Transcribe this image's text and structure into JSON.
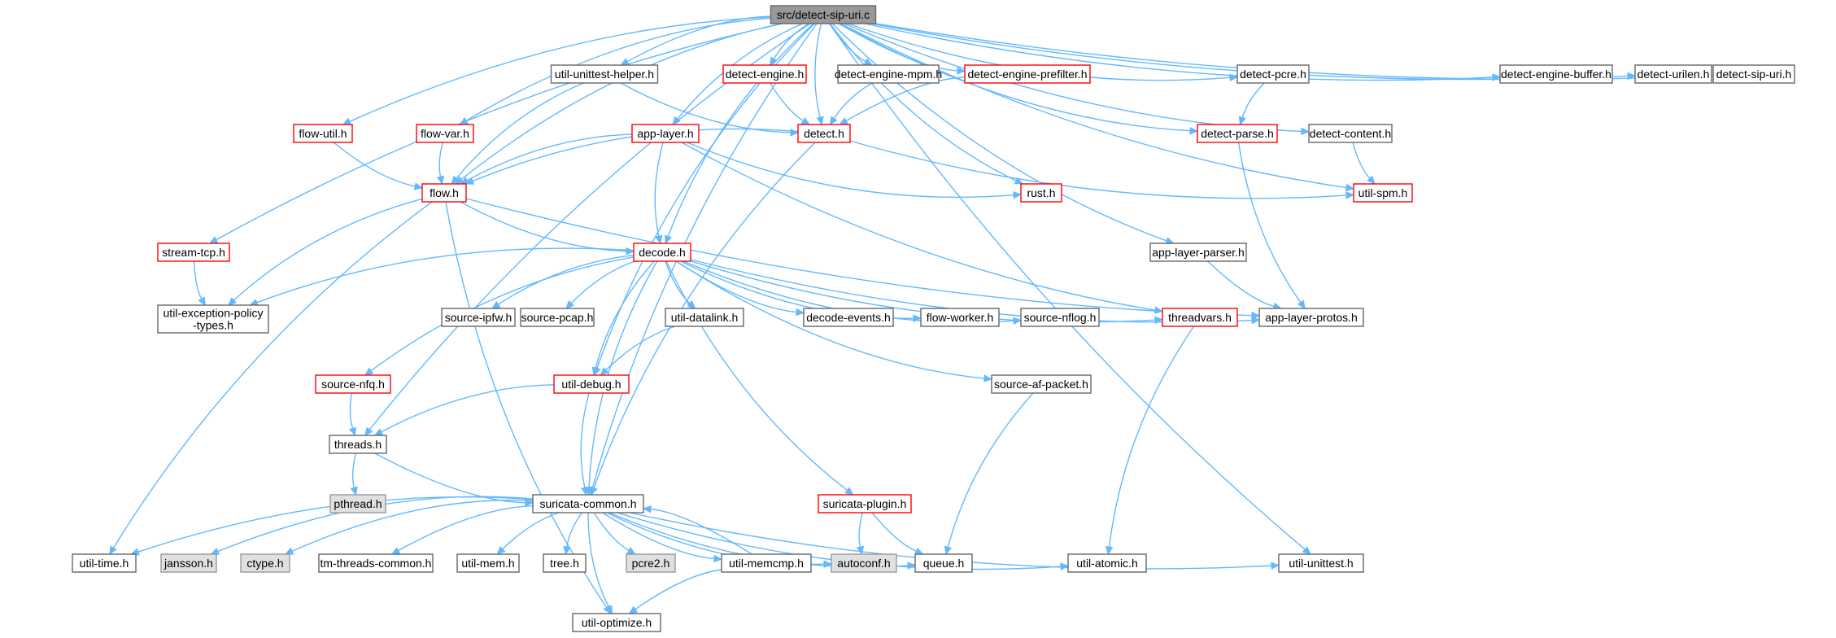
{
  "diagram": {
    "nodes": [
      {
        "id": "root",
        "label": "src/detect-sip-uri.c",
        "style": "root"
      },
      {
        "id": "unittest_helper",
        "label": "util-unittest-helper.h",
        "style": "normal"
      },
      {
        "id": "detect_engine",
        "label": "detect-engine.h",
        "style": "red"
      },
      {
        "id": "detect_engine_mpm",
        "label": "detect-engine-mpm.h",
        "style": "normal"
      },
      {
        "id": "detect_engine_prefilter",
        "label": "detect-engine-prefilter.h",
        "style": "red"
      },
      {
        "id": "detect_pcre",
        "label": "detect-pcre.h",
        "style": "normal"
      },
      {
        "id": "detect_engine_buffer",
        "label": "detect-engine-buffer.h",
        "style": "normal"
      },
      {
        "id": "detect_urilen",
        "label": "detect-urilen.h",
        "style": "normal"
      },
      {
        "id": "detect_sip_uri",
        "label": "detect-sip-uri.h",
        "style": "normal"
      },
      {
        "id": "flow_util",
        "label": "flow-util.h",
        "style": "red"
      },
      {
        "id": "flow_var",
        "label": "flow-var.h",
        "style": "red"
      },
      {
        "id": "app_layer",
        "label": "app-layer.h",
        "style": "red"
      },
      {
        "id": "detect",
        "label": "detect.h",
        "style": "red"
      },
      {
        "id": "detect_parse",
        "label": "detect-parse.h",
        "style": "red"
      },
      {
        "id": "detect_content",
        "label": "detect-content.h",
        "style": "normal"
      },
      {
        "id": "flow",
        "label": "flow.h",
        "style": "red"
      },
      {
        "id": "rust",
        "label": "rust.h",
        "style": "red"
      },
      {
        "id": "util_spm",
        "label": "util-spm.h",
        "style": "red"
      },
      {
        "id": "stream_tcp",
        "label": "stream-tcp.h",
        "style": "red"
      },
      {
        "id": "decode",
        "label": "decode.h",
        "style": "red"
      },
      {
        "id": "app_layer_parser",
        "label": "app-layer-parser.h",
        "style": "normal"
      },
      {
        "id": "exception_policy",
        "label": [
          "util-exception-policy",
          "-types.h"
        ],
        "style": "normal"
      },
      {
        "id": "source_ipfw",
        "label": "source-ipfw.h",
        "style": "normal"
      },
      {
        "id": "source_pcap",
        "label": "source-pcap.h",
        "style": "normal"
      },
      {
        "id": "util_datalink",
        "label": "util-datalink.h",
        "style": "normal"
      },
      {
        "id": "decode_events",
        "label": "decode-events.h",
        "style": "normal"
      },
      {
        "id": "flow_worker",
        "label": "flow-worker.h",
        "style": "normal"
      },
      {
        "id": "source_nflog",
        "label": "source-nflog.h",
        "style": "normal"
      },
      {
        "id": "threadvars",
        "label": "threadvars.h",
        "style": "red"
      },
      {
        "id": "app_layer_protos",
        "label": "app-layer-protos.h",
        "style": "normal"
      },
      {
        "id": "source_nfq",
        "label": "source-nfq.h",
        "style": "red"
      },
      {
        "id": "util_debug",
        "label": "util-debug.h",
        "style": "red"
      },
      {
        "id": "source_af_packet",
        "label": "source-af-packet.h",
        "style": "normal"
      },
      {
        "id": "threads",
        "label": "threads.h",
        "style": "normal"
      },
      {
        "id": "pthread",
        "label": "pthread.h",
        "style": "gray"
      },
      {
        "id": "suricata_common",
        "label": "suricata-common.h",
        "style": "normal"
      },
      {
        "id": "suricata_plugin",
        "label": "suricata-plugin.h",
        "style": "red"
      },
      {
        "id": "util_time",
        "label": "util-time.h",
        "style": "normal"
      },
      {
        "id": "jansson",
        "label": "jansson.h",
        "style": "gray"
      },
      {
        "id": "ctype",
        "label": "ctype.h",
        "style": "gray"
      },
      {
        "id": "tm_threads_common",
        "label": "tm-threads-common.h",
        "style": "normal"
      },
      {
        "id": "util_mem",
        "label": "util-mem.h",
        "style": "normal"
      },
      {
        "id": "tree",
        "label": "tree.h",
        "style": "normal"
      },
      {
        "id": "pcre2",
        "label": "pcre2.h",
        "style": "gray"
      },
      {
        "id": "util_memcmp",
        "label": "util-memcmp.h",
        "style": "normal"
      },
      {
        "id": "autoconf",
        "label": "autoconf.h",
        "style": "gray"
      },
      {
        "id": "queue",
        "label": "queue.h",
        "style": "normal"
      },
      {
        "id": "util_atomic",
        "label": "util-atomic.h",
        "style": "normal"
      },
      {
        "id": "util_unittest",
        "label": "util-unittest.h",
        "style": "normal"
      },
      {
        "id": "util_optimize",
        "label": "util-optimize.h",
        "style": "normal"
      }
    ],
    "edges": [
      [
        "root",
        "unittest_helper"
      ],
      [
        "root",
        "detect_engine"
      ],
      [
        "root",
        "detect_engine_mpm"
      ],
      [
        "root",
        "detect_engine_prefilter"
      ],
      [
        "root",
        "detect_pcre"
      ],
      [
        "root",
        "detect_engine_buffer"
      ],
      [
        "root",
        "detect_urilen"
      ],
      [
        "root",
        "detect_sip_uri"
      ],
      [
        "root",
        "flow_util"
      ],
      [
        "root",
        "flow_var"
      ],
      [
        "root",
        "app_layer"
      ],
      [
        "root",
        "detect"
      ],
      [
        "root",
        "detect_parse"
      ],
      [
        "root",
        "detect_content"
      ],
      [
        "root",
        "flow"
      ],
      [
        "root",
        "rust"
      ],
      [
        "root",
        "util_spm"
      ],
      [
        "root",
        "stream_tcp"
      ],
      [
        "root",
        "decode"
      ],
      [
        "root",
        "app_layer_parser"
      ],
      [
        "root",
        "util_debug"
      ],
      [
        "root",
        "threads"
      ],
      [
        "root",
        "suricata_common"
      ],
      [
        "root",
        "util_unittest"
      ],
      [
        "unittest_helper",
        "detect"
      ],
      [
        "unittest_helper",
        "flow"
      ],
      [
        "detect_engine",
        "detect"
      ],
      [
        "detect_engine_mpm",
        "detect"
      ],
      [
        "detect_engine_prefilter",
        "detect"
      ],
      [
        "detect_pcre",
        "detect_parse"
      ],
      [
        "detect_content",
        "util_spm"
      ],
      [
        "flow_util",
        "flow"
      ],
      [
        "flow_var",
        "flow"
      ],
      [
        "app_layer",
        "flow"
      ],
      [
        "app_layer",
        "decode"
      ],
      [
        "app_layer",
        "rust"
      ],
      [
        "app_layer",
        "threadvars"
      ],
      [
        "detect",
        "flow"
      ],
      [
        "detect",
        "util_spm"
      ],
      [
        "detect",
        "suricata_common"
      ],
      [
        "detect_parse",
        "app_layer_protos"
      ],
      [
        "flow",
        "decode"
      ],
      [
        "flow",
        "exception_policy"
      ],
      [
        "flow",
        "app_layer_protos"
      ],
      [
        "flow",
        "util_time"
      ],
      [
        "flow",
        "util_optimize"
      ],
      [
        "stream_tcp",
        "exception_policy"
      ],
      [
        "decode",
        "exception_policy"
      ],
      [
        "decode",
        "source_ipfw"
      ],
      [
        "decode",
        "source_pcap"
      ],
      [
        "decode",
        "util_datalink"
      ],
      [
        "decode",
        "decode_events"
      ],
      [
        "decode",
        "flow_worker"
      ],
      [
        "decode",
        "source_nflog"
      ],
      [
        "decode",
        "threadvars"
      ],
      [
        "decode",
        "app_layer_protos"
      ],
      [
        "decode",
        "source_nfq"
      ],
      [
        "decode",
        "util_debug"
      ],
      [
        "decode",
        "source_af_packet"
      ],
      [
        "decode",
        "suricata_common"
      ],
      [
        "decode",
        "suricata_plugin"
      ],
      [
        "app_layer_parser",
        "app_layer_protos"
      ],
      [
        "util_datalink",
        "util_debug"
      ],
      [
        "threadvars",
        "util_atomic"
      ],
      [
        "source_nfq",
        "threads"
      ],
      [
        "util_debug",
        "threads"
      ],
      [
        "util_debug",
        "suricata_common"
      ],
      [
        "source_af_packet",
        "queue"
      ],
      [
        "threads",
        "pthread"
      ],
      [
        "threads",
        "suricata_common"
      ],
      [
        "suricata_common",
        "util_time"
      ],
      [
        "suricata_common",
        "jansson"
      ],
      [
        "suricata_common",
        "ctype"
      ],
      [
        "suricata_common",
        "tm_threads_common"
      ],
      [
        "suricata_common",
        "util_mem"
      ],
      [
        "suricata_common",
        "tree"
      ],
      [
        "suricata_common",
        "pcre2"
      ],
      [
        "suricata_common",
        "util_memcmp"
      ],
      [
        "suricata_common",
        "autoconf"
      ],
      [
        "suricata_common",
        "queue"
      ],
      [
        "suricata_common",
        "util_atomic"
      ],
      [
        "suricata_common",
        "util_unittest"
      ],
      [
        "suricata_common",
        "util_optimize"
      ],
      [
        "suricata_plugin",
        "autoconf"
      ],
      [
        "suricata_plugin",
        "queue"
      ],
      [
        "util_memcmp",
        "suricata_common"
      ],
      [
        "util_memcmp",
        "util_optimize"
      ]
    ]
  }
}
